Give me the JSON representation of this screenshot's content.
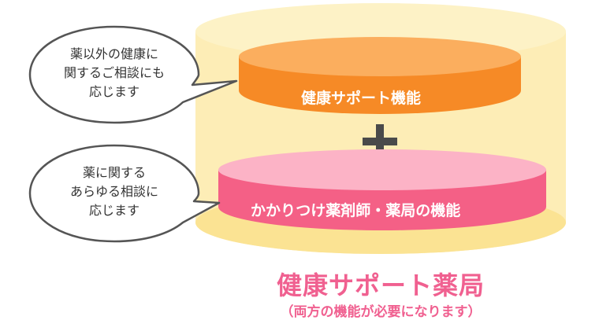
{
  "colors": {
    "outer_cylinder": "#fce9a8",
    "outer_cylinder_rim": "#fbe08e",
    "health_top": "#fbae5e",
    "health_side": "#f68a26",
    "pharmacy_top": "#fcb0c4",
    "pharmacy_side": "#f46086",
    "plus": "#4a4a4a",
    "title": "#f06090",
    "subtitle": "#f06090",
    "bubble_border": "#555555"
  },
  "layers": {
    "health_support": "健康サポート機能",
    "pharmacy": "かかりつけ薬剤師・薬局の機能"
  },
  "plus_icon": "plus-icon",
  "bubbles": {
    "top": [
      "薬以外の健康に",
      "関するご相談にも",
      "応じます"
    ],
    "bottom": [
      "薬に関する",
      "あらゆる相談に",
      "応じます"
    ]
  },
  "title": {
    "main": "健康サポート薬局",
    "sub": "（両方の機能が必要になります）"
  }
}
